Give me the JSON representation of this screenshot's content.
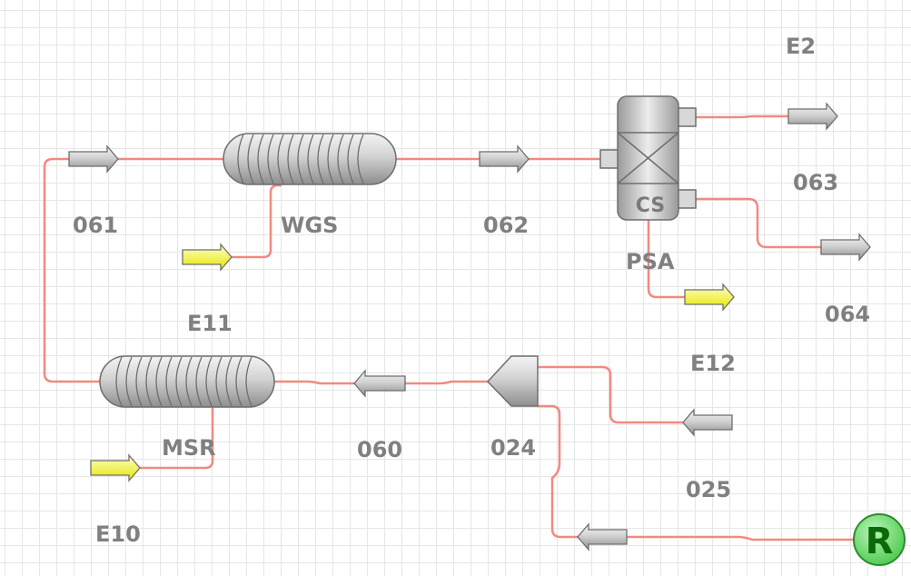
{
  "colors": {
    "pipe": "#f08a80",
    "label": "#808080",
    "equipment_stroke": "#6e6e6e",
    "feed_arrow": "#ffff66",
    "stream_arrow": "#c8c8c8",
    "recycle": "#66dd66"
  },
  "equipment": {
    "wgs": "WGS",
    "msr": "MSR",
    "psa": "PSA",
    "psa_tag": "CS",
    "splitter": "024",
    "recycle": "R"
  },
  "streams": {
    "s060": "060",
    "s061": "061",
    "s062": "062",
    "s063": "063",
    "s064": "064",
    "s025": "025"
  },
  "energy": {
    "e2": "E2",
    "e10": "E10",
    "e11": "E11",
    "e12": "E12"
  }
}
